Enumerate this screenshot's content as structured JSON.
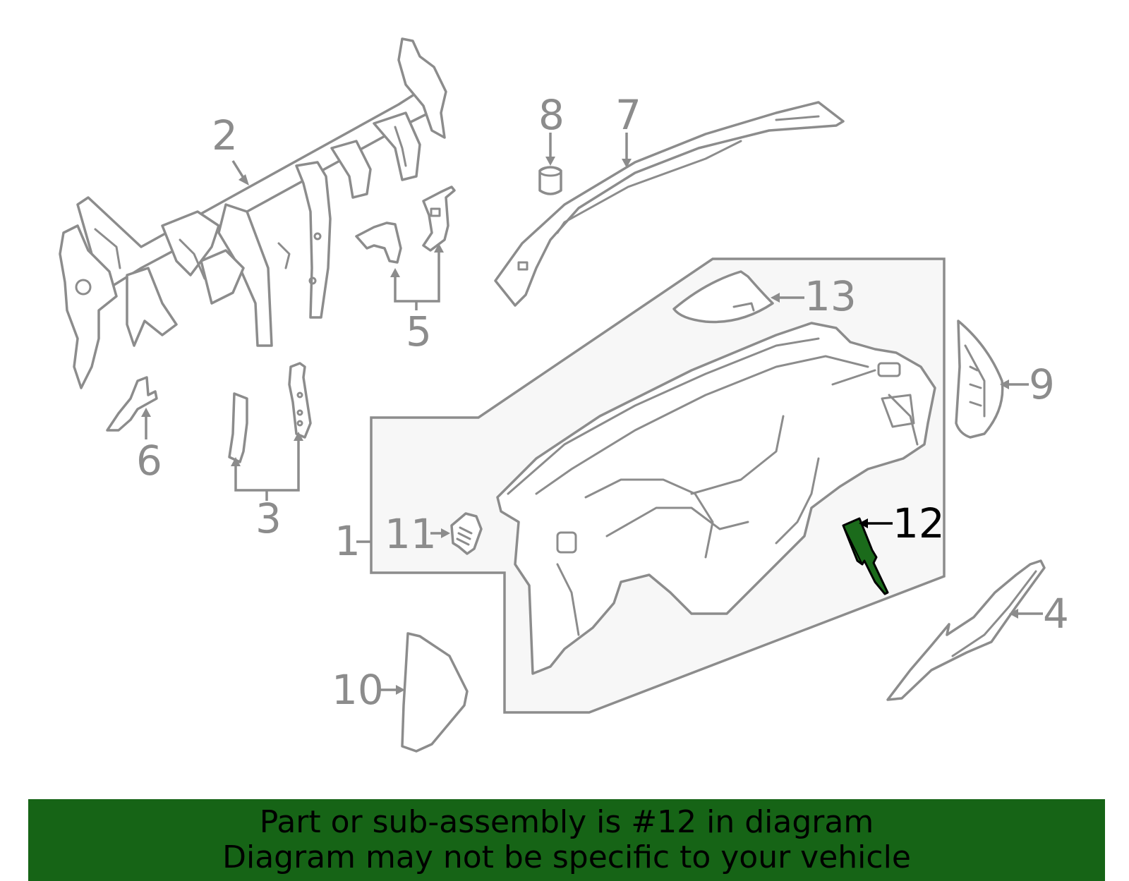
{
  "diagram": {
    "callouts": {
      "c1": "1",
      "c2": "2",
      "c3": "3",
      "c4": "4",
      "c5": "5",
      "c6": "6",
      "c7": "7",
      "c8": "8",
      "c9": "9",
      "c10": "10",
      "c11": "11",
      "c12": "12",
      "c13": "13"
    },
    "highlighted_part": "12",
    "colors": {
      "line": "#8c8c8c",
      "highlight": "#1b6b1b",
      "banner": "#166416",
      "group_box": "#f7f7f7"
    }
  },
  "banner": {
    "line1": "Part or sub-assembly is #12 in diagram",
    "line2": "Diagram may not be specific to your vehicle"
  }
}
